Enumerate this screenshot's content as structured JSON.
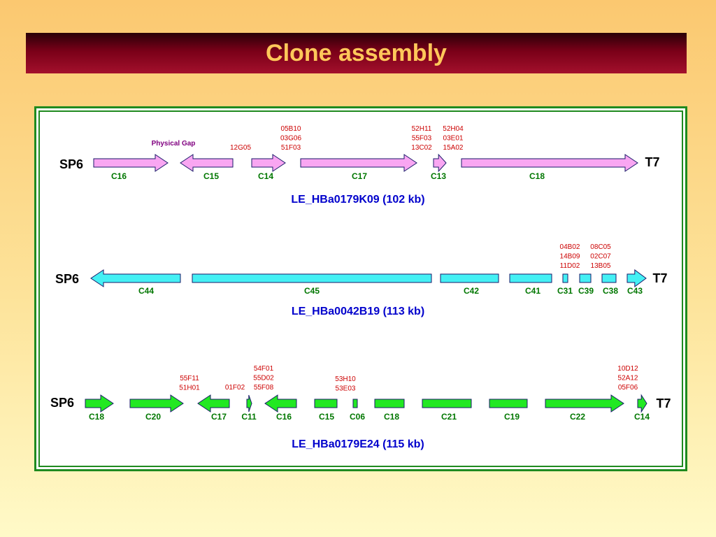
{
  "title": "Clone assembly",
  "colors": {
    "pink": "#f9a6f2",
    "cyan": "#44f0f4",
    "green": "#22e822",
    "contig": "#007700",
    "clone": "#cc0000",
    "name": "#0000cc",
    "gap": "#800080"
  },
  "rows": [
    {
      "name": "LE_HBa0179K09 (102 kb)",
      "left_end": "SP6",
      "right_end": "T7",
      "color": "#f9a6f2",
      "gap_label": "Physical Gap",
      "contigs": [
        {
          "label": "C16"
        },
        {
          "label": "C15"
        },
        {
          "label": "C14"
        },
        {
          "label": "C17"
        },
        {
          "label": "C13"
        },
        {
          "label": "C18"
        }
      ],
      "clone_groups": [
        {
          "lines": [
            "12G05"
          ]
        },
        {
          "lines": [
            "05B10",
            "03G06",
            "51F03"
          ]
        },
        {
          "lines": [
            "52H11",
            "55F03",
            "13C02"
          ]
        },
        {
          "lines": [
            "52H04",
            "03E01",
            "15A02"
          ]
        }
      ]
    },
    {
      "name": "LE_HBa0042B19 (113 kb)",
      "left_end": "SP6",
      "right_end": "T7",
      "color": "#44f0f4",
      "contigs": [
        {
          "label": "C44"
        },
        {
          "label": "C45"
        },
        {
          "label": "C42"
        },
        {
          "label": "C41"
        },
        {
          "label": "C31"
        },
        {
          "label": "C39"
        },
        {
          "label": "C38"
        },
        {
          "label": "C43"
        }
      ],
      "clone_groups": [
        {
          "lines": [
            "04B02",
            "14B09",
            "11D02"
          ]
        },
        {
          "lines": [
            "08C05",
            "02C07",
            "13B05"
          ]
        }
      ]
    },
    {
      "name": "LE_HBa0179E24 (115 kb)",
      "left_end": "SP6",
      "right_end": "T7",
      "color": "#22e822",
      "contigs": [
        {
          "label": "C18"
        },
        {
          "label": "C20"
        },
        {
          "label": "C17"
        },
        {
          "label": "C11"
        },
        {
          "label": "C16"
        },
        {
          "label": "C15"
        },
        {
          "label": "C06"
        },
        {
          "label": "C18"
        },
        {
          "label": "C21"
        },
        {
          "label": "C19"
        },
        {
          "label": "C22"
        },
        {
          "label": "C14"
        }
      ],
      "clone_groups": [
        {
          "lines": [
            "55F11",
            "51H01"
          ]
        },
        {
          "lines": [
            "01F02"
          ]
        },
        {
          "lines": [
            "54F01",
            "55D02",
            "55F08"
          ]
        },
        {
          "lines": [
            "53H10",
            "53E03"
          ]
        },
        {
          "lines": [
            "10D12",
            "52A12",
            "05F06"
          ]
        }
      ]
    }
  ]
}
